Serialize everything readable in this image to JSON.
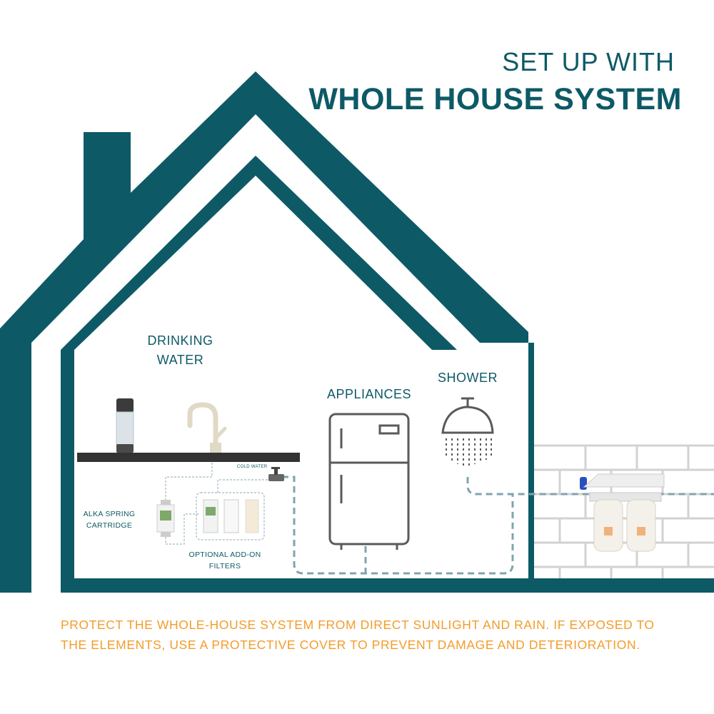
{
  "header": {
    "line1": "SET UP WITH",
    "line2": "WHOLE HOUSE SYSTEM"
  },
  "labels": {
    "drinking_line1": "DRINKING",
    "drinking_line2": "WATER",
    "appliances": "APPLIANCES",
    "shower": "SHOWER",
    "alka_line1": "ALKA SPRING",
    "alka_line2": "CARTRIDGE",
    "optional_line1": "OPTIONAL ADD-ON",
    "optional_line2": "FILTERS",
    "cold_water": "COLD WATER"
  },
  "notice": {
    "line1": "PROTECT THE WHOLE-HOUSE SYSTEM FROM DIRECT SUNLIGHT AND RAIN. IF EXPOSED TO",
    "line2": "THE ELEMENTS, USE A PROTECTIVE COVER TO PREVENT DAMAGE AND DETERIORATION."
  },
  "colors": {
    "house": "#0d5a66",
    "pipe": "#7ea4b0",
    "notice": "#f39c2b",
    "icon_stroke": "#5a5a5a",
    "brick": "#d0d0d0"
  },
  "icons": [
    "house-outline-icon",
    "water-bottle-icon",
    "faucet-icon",
    "refrigerator-icon",
    "shower-head-icon",
    "filter-housing-icon",
    "valve-icon"
  ]
}
